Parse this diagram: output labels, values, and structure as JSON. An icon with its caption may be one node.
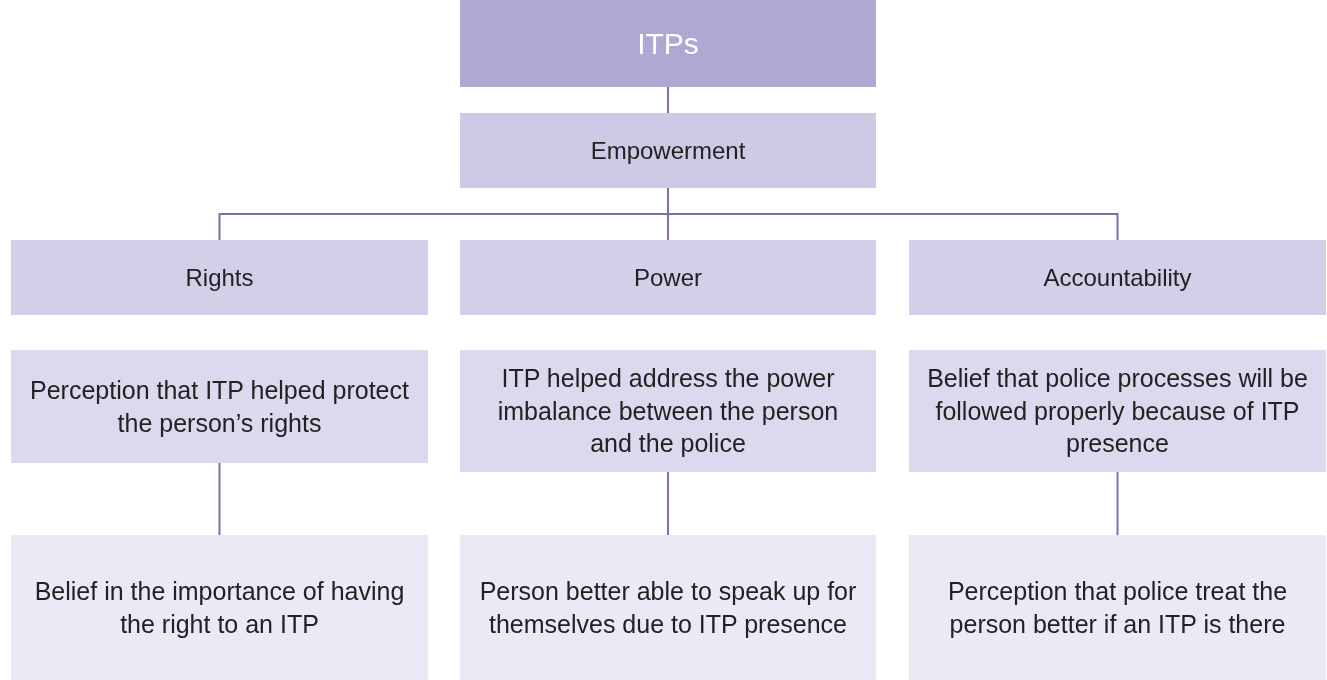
{
  "diagram": {
    "nodes": [
      {
        "text": [
          "ITPs"
        ]
      },
      {
        "text": [
          "Empowerment"
        ]
      },
      {
        "text": [
          "Rights"
        ]
      },
      {
        "text": [
          "Power"
        ]
      },
      {
        "text": [
          "Accountability"
        ]
      },
      {
        "text": [
          "Perception that ITP helped protect the person’s rights"
        ]
      },
      {
        "text": [
          "ITP helped address the power imbalance between the person and the police"
        ]
      },
      {
        "text": [
          "Belief that police processes will be followed properly because of ITP presence"
        ]
      },
      {
        "text": [
          "Belief in the importance of having the right to an ITP"
        ]
      },
      {
        "text": [
          "Person better able to speak up for themselves due to ITP presence"
        ]
      },
      {
        "text": [
          "Perception that police treat the person better if an ITP is there"
        ]
      }
    ],
    "edges": [
      {
        "from": 0,
        "to": 1,
        "arrow": "none"
      },
      {
        "from": 1,
        "to": 2,
        "arrow": "none"
      },
      {
        "from": 1,
        "to": 3,
        "arrow": "none"
      },
      {
        "from": 1,
        "to": 4,
        "arrow": "none"
      },
      {
        "from": 5,
        "to": 8,
        "arrow": "none"
      },
      {
        "from": 6,
        "to": 9,
        "arrow": "none"
      },
      {
        "from": 7,
        "to": 10,
        "arrow": "none"
      }
    ]
  }
}
